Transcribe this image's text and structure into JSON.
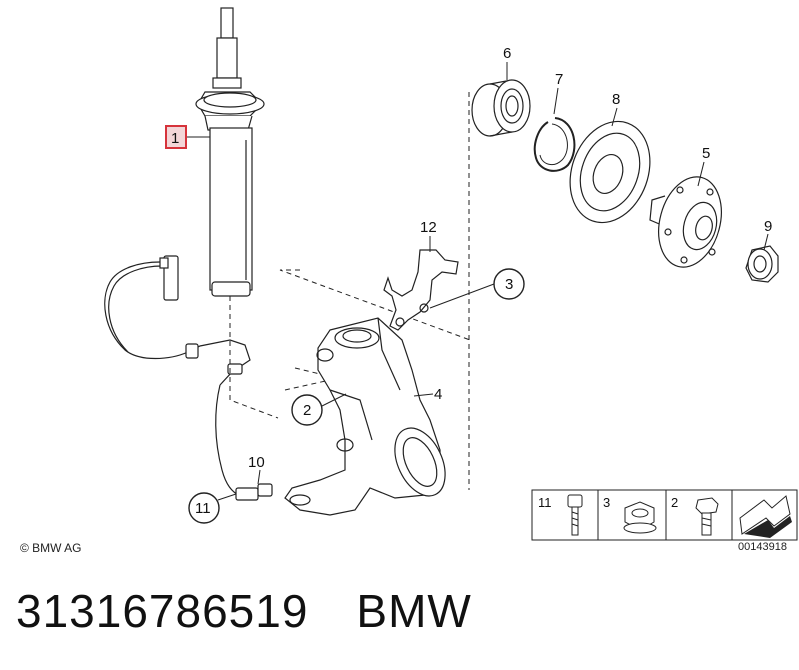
{
  "diagram": {
    "callouts": {
      "p1": "1",
      "p2": "2",
      "p3": "3",
      "p4": "4",
      "p5": "5",
      "p6": "6",
      "p7": "7",
      "p8": "8",
      "p9": "9",
      "p10": "10",
      "p11": "11",
      "p12": "12"
    },
    "legend": {
      "item_a": "11",
      "item_b": "3",
      "item_c": "2"
    },
    "copyright": "© BMW AG",
    "doc_number": "00143918",
    "highlight_color": "#d6333b"
  },
  "footer": {
    "part_number": "31316786519",
    "brand": "BMW"
  }
}
